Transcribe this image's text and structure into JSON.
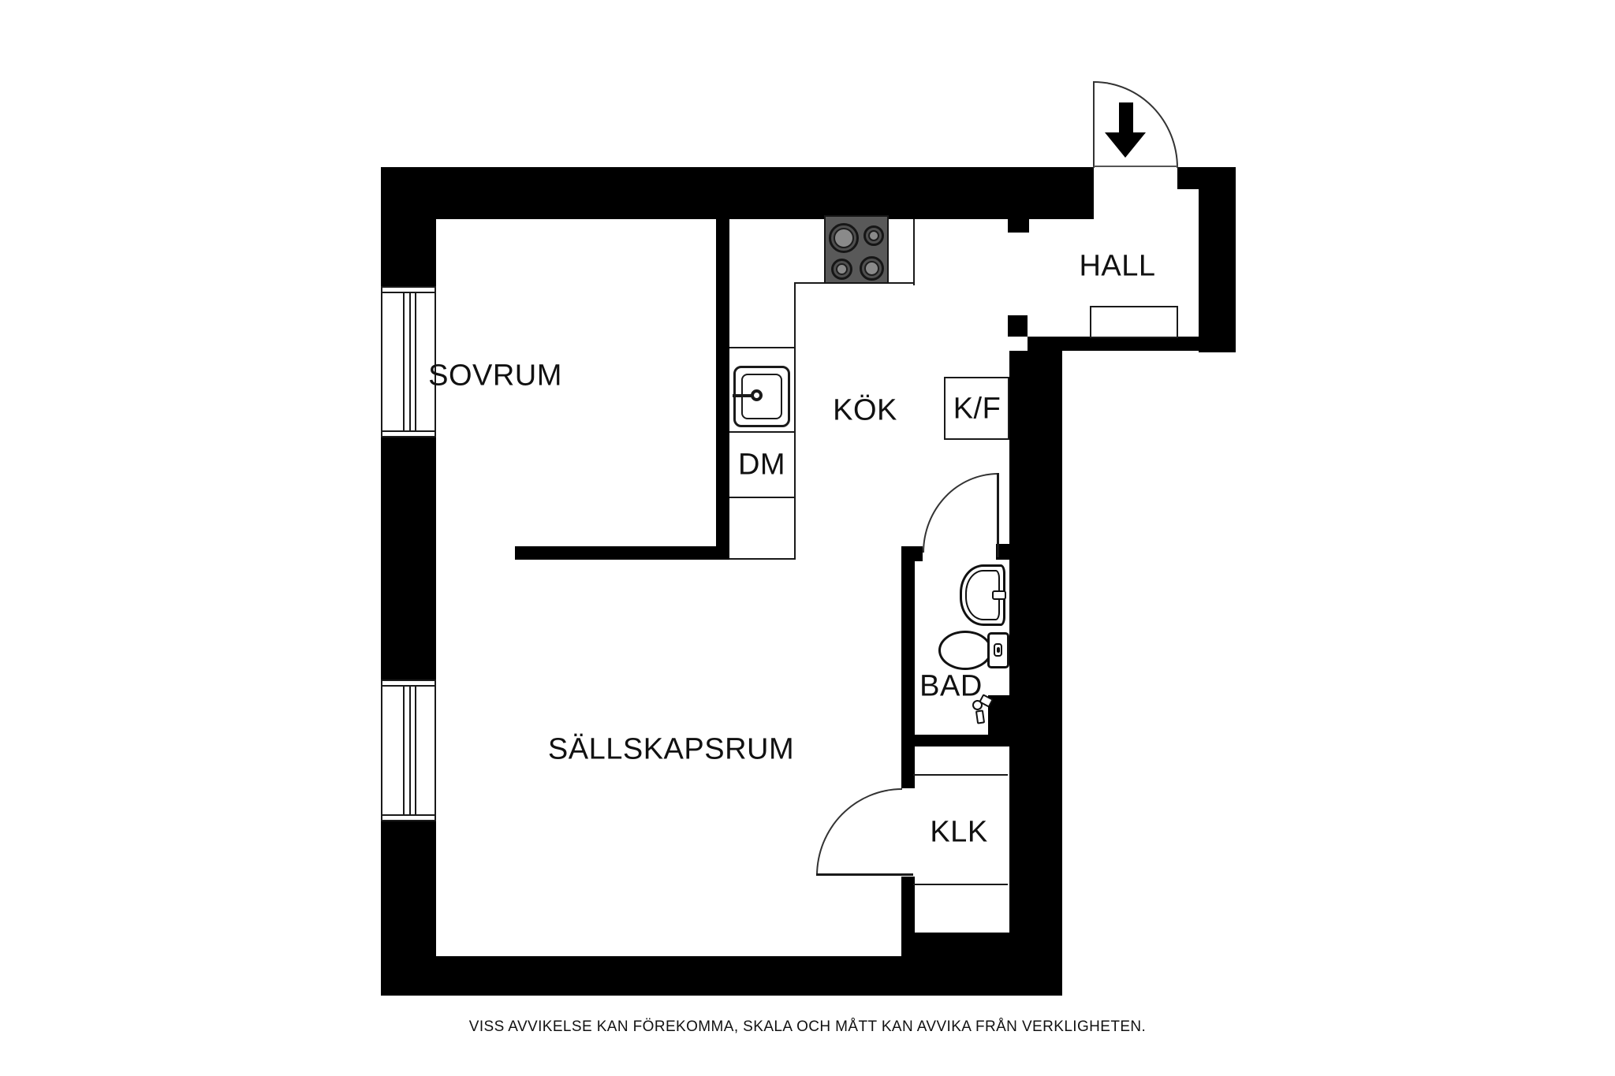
{
  "meta": {
    "type": "apartment floor plan",
    "disclaimer": "VISS AVVIKELSE KAN FÖREKOMMA, SKALA OCH MÅTT KAN AVVIKA FRÅN VERKLIGHETEN."
  },
  "rooms": {
    "sovrum": {
      "label": "SOVRUM"
    },
    "sallskapsrum": {
      "label": "SÄLLSKAPSRUM"
    },
    "kok": {
      "label": "KÖK"
    },
    "hall": {
      "label": "HALL"
    },
    "bad": {
      "label": "BAD"
    },
    "klk": {
      "label": "KLK"
    }
  },
  "fixtures": {
    "dm": {
      "label": "DM"
    },
    "kf": {
      "label": "K/F"
    }
  },
  "icons": [
    "entrance-arrow-icon",
    "door-swing-arc",
    "stove-icon",
    "sink-icon",
    "faucet-icon",
    "washbasin-icon",
    "toilet-icon",
    "shower-mixer-icon",
    "window"
  ],
  "colors": {
    "wall": "#000000",
    "line": "#1a1a1a",
    "stove_body": "#595959",
    "burner_center": "#8a8a8a",
    "background": "#ffffff"
  }
}
